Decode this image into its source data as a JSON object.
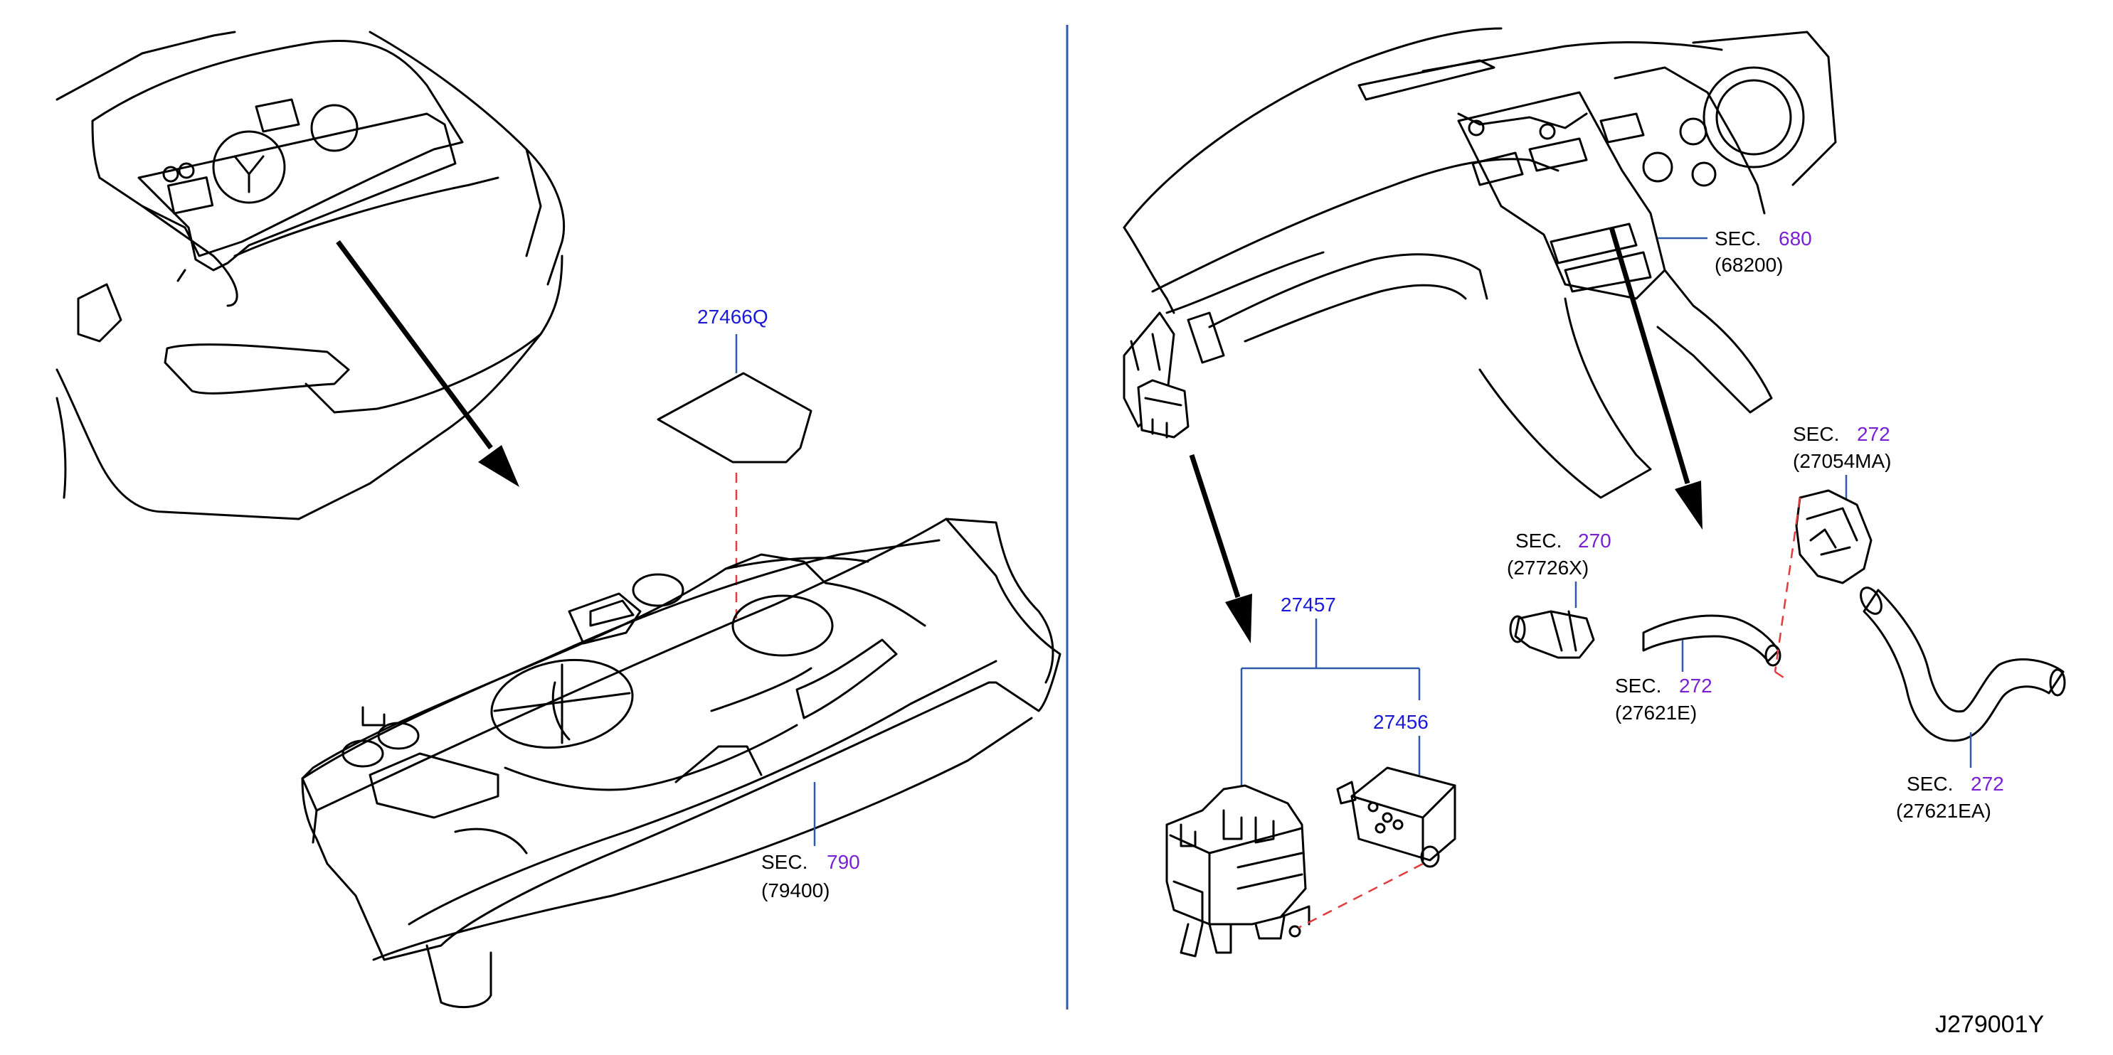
{
  "diagram": {
    "code": "J279001Y",
    "part_numbers": {
      "p27466q": "27466Q",
      "p27457": "27457",
      "p27456": "27456"
    },
    "section_refs": [
      {
        "id": "sec790",
        "prefix": "SEC.",
        "number": "790",
        "part": "(79400)"
      },
      {
        "id": "sec680",
        "prefix": "SEC.",
        "number": "680",
        "part": "(68200)"
      },
      {
        "id": "sec270",
        "prefix": "SEC.",
        "number": "270",
        "part": "(27726X)"
      },
      {
        "id": "sec272a",
        "prefix": "SEC.",
        "number": "272",
        "part": "(27054MA)"
      },
      {
        "id": "sec272b",
        "prefix": "SEC.",
        "number": "272",
        "part": "(27621E)"
      },
      {
        "id": "sec272c",
        "prefix": "SEC.",
        "number": "272",
        "part": "(27621EA)"
      }
    ],
    "colors": {
      "part_number": "#1a1ad8",
      "section_number": "#7a1fd6",
      "leader_line": "#2f5aa8",
      "dashed_connector": "#e23b3b"
    }
  }
}
